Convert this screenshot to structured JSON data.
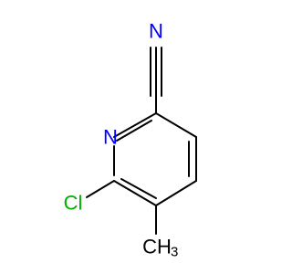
{
  "molecule": {
    "atoms": {
      "nitrile_n": {
        "symbol": "N",
        "color": "#0000ff"
      },
      "ring_n": {
        "symbol": "N",
        "color": "#0000ff"
      },
      "chlorine": {
        "symbol": "Cl",
        "color": "#00b000"
      },
      "methyl": {
        "symbol": "CH",
        "subscript": "3",
        "color": "#000000"
      }
    }
  }
}
